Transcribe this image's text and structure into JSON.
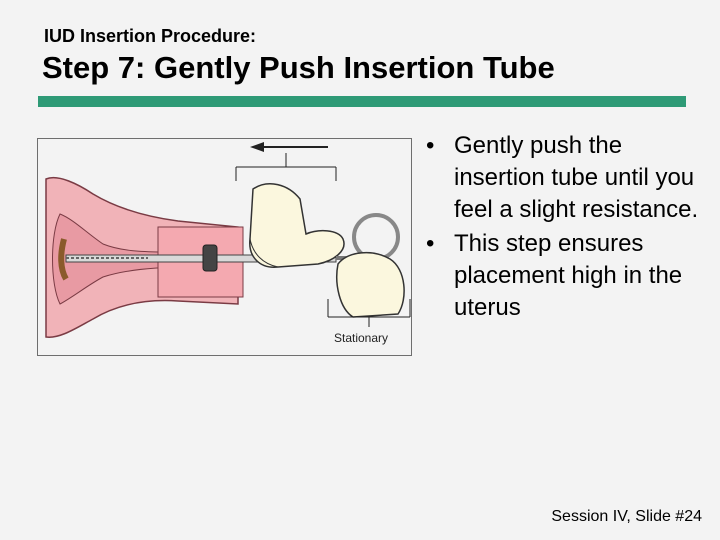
{
  "slide": {
    "supertitle": "IUD Insertion Procedure:",
    "title": "Step 7: Gently Push Insertion Tube",
    "accent_color": "#2e9a76"
  },
  "figure": {
    "stationary_label": "Stationary",
    "arrow_icon": "arrow-left-icon"
  },
  "bullets": [
    {
      "dot": "•",
      "text": "Gently push the insertion tube until you feel a slight resistance."
    },
    {
      "dot": "•",
      "text": "This step ensures placement high in the uterus"
    }
  ],
  "footer": {
    "text": "Session IV, Slide #24"
  }
}
